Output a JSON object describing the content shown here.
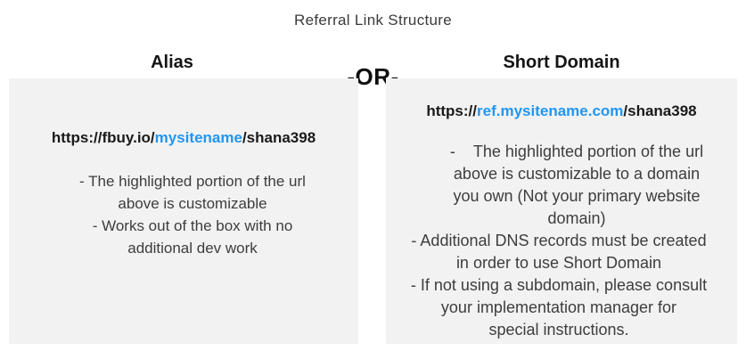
{
  "title": "Referral Link Structure",
  "divider_label": "-OR-",
  "colors": {
    "panel_background": "#f2f2f2",
    "highlight_blue": "#2196f3",
    "body_text": "#3d3d3d",
    "heading_text": "#141414"
  },
  "alias": {
    "heading": "Alias",
    "url": {
      "prefix": "https://",
      "domain": "fbuy.io/",
      "highlight": "mysitename",
      "suffix": "/shana398"
    },
    "lines": [
      "- The highlighted portion of the url",
      "above is customizable",
      "- Works out of the box with no",
      "additional dev work"
    ]
  },
  "short_domain": {
    "heading": "Short Domain",
    "url": {
      "prefix": "https://",
      "domain": "",
      "highlight": "ref.mysitename.com",
      "suffix": "/shana398"
    },
    "bullet1_lines": [
      "-    The highlighted portion of the url",
      "above is customizable to a domain",
      "you own (Not your primary website",
      "domain)"
    ],
    "rest_lines": [
      "- Additional DNS records must be created",
      "in order to use Short Domain",
      "- If not using a subdomain, please consult",
      "your implementation manager for",
      "special instructions."
    ]
  }
}
